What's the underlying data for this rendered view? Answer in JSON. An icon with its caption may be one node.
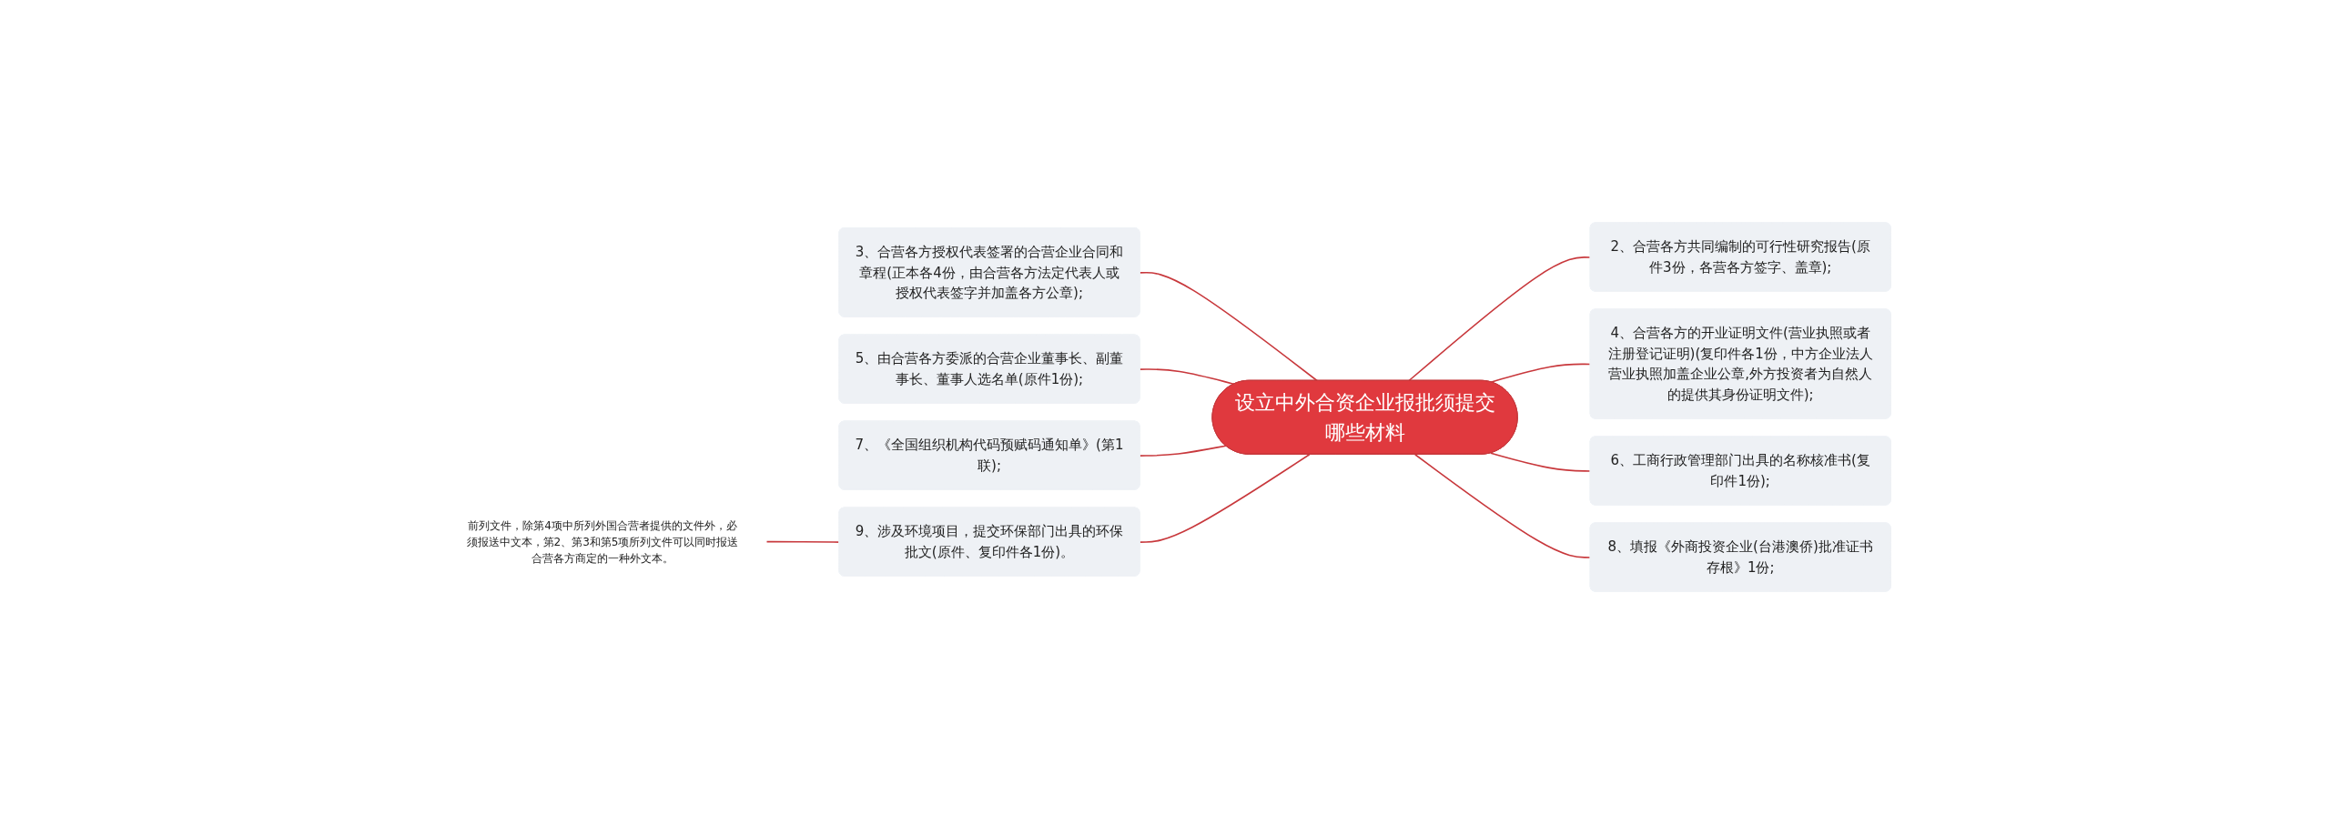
{
  "diagram": {
    "nodes": [
      {
        "text": [
          "设立中外合资企业报批须提交哪些材料"
        ]
      },
      {
        "text": [
          "3、合营各方授权代表签署的合营企业合同和章程(正本各4份，由合营各方法定代表人或授权代表签字并加盖各方公章);"
        ]
      },
      {
        "text": [
          "5、由合营各方委派的合营企业董事长、副董事长、董事人选名单(原件1份);"
        ]
      },
      {
        "text": [
          "7、《全国组织机构代码预赋码通知单》(第1联);"
        ]
      },
      {
        "text": [
          "9、涉及环境项目，提交环保部门出具的环保批文(原件、复印件各1份)。"
        ]
      },
      {
        "text": [
          "前列文件，除第4项中所列外国合营者提供的文件外，必须报送中文本，第2、第3和第5项所列文件可以同时报送合营各方商定的一种外文本。"
        ]
      },
      {
        "text": [
          "2、合营各方共同编制的可行性研究报告(原件3份，各营各方签字、盖章);"
        ]
      },
      {
        "text": [
          "4、合营各方的开业证明文件(营业执照或者注册登记证明)(复印件各1份，中方企业法人营业执照加盖企业公章,外方投资者为自然人的提供其身份证明文件);"
        ]
      },
      {
        "text": [
          "6、工商行政管理部门出具的名称核准书(复印件1份);"
        ]
      },
      {
        "text": [
          "8、填报《外商投资企业(台港澳侨)批准证书存根》1份;"
        ]
      }
    ],
    "edges": [
      {
        "from": 0,
        "to": 1,
        "arrow": "none"
      },
      {
        "from": 0,
        "to": 2,
        "arrow": "none"
      },
      {
        "from": 0,
        "to": 3,
        "arrow": "none"
      },
      {
        "from": 0,
        "to": 4,
        "arrow": "none"
      },
      {
        "from": 4,
        "to": 5,
        "arrow": "none"
      },
      {
        "from": 0,
        "to": 6,
        "arrow": "none"
      },
      {
        "from": 0,
        "to": 7,
        "arrow": "none"
      },
      {
        "from": 0,
        "to": 8,
        "arrow": "none"
      },
      {
        "from": 0,
        "to": 9,
        "arrow": "none"
      }
    ]
  }
}
